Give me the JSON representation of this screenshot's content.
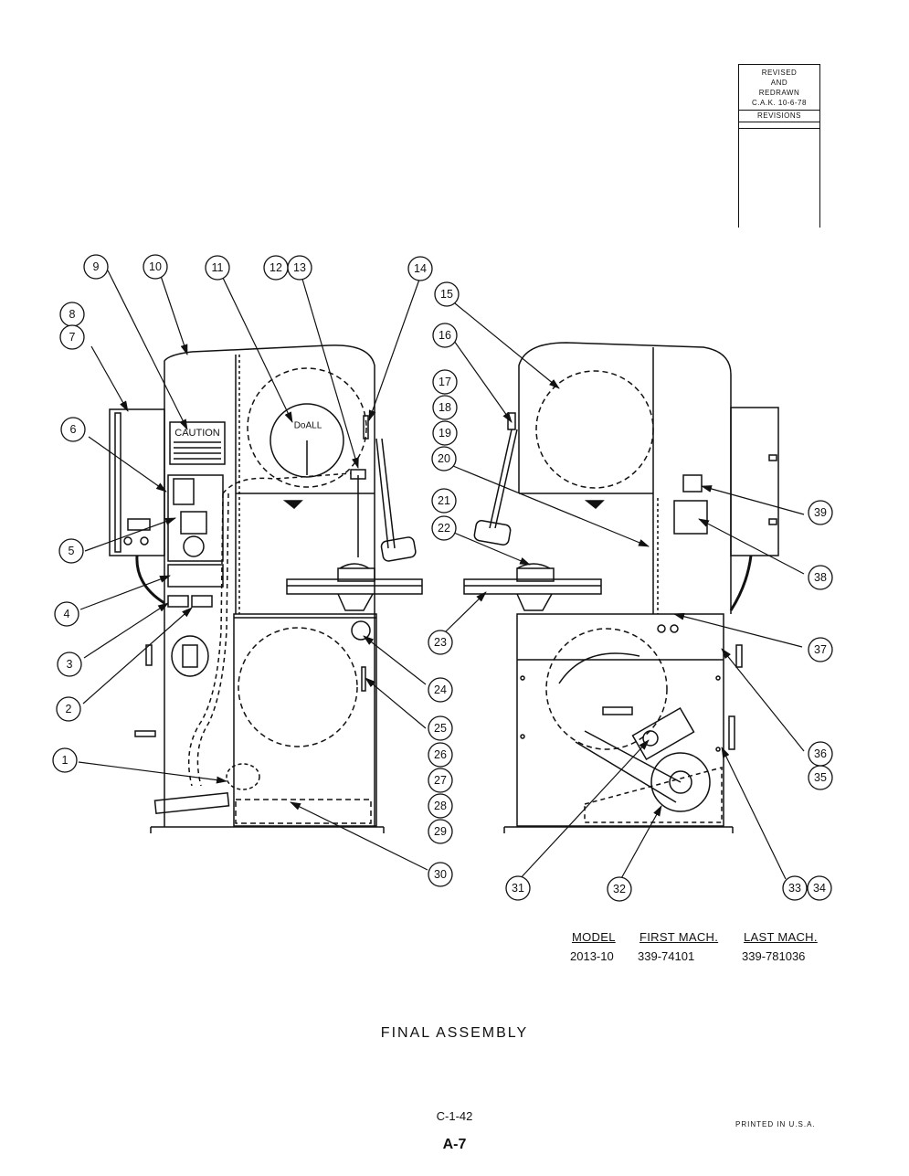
{
  "revision_block": {
    "line1": "REVISED",
    "line2": "AND",
    "line3": "REDRAWN",
    "line4": "C.A.K. 10-6-78",
    "title": "REVISIONS"
  },
  "machine_labels": {
    "caution": "CAUTION",
    "brand": "DoALL"
  },
  "callouts": [
    "1",
    "2",
    "3",
    "4",
    "5",
    "6",
    "7",
    "8",
    "9",
    "10",
    "11",
    "12",
    "13",
    "14",
    "15",
    "16",
    "17",
    "18",
    "19",
    "20",
    "21",
    "22",
    "23",
    "24",
    "25",
    "26",
    "27",
    "28",
    "29",
    "30",
    "31",
    "32",
    "33",
    "34",
    "35",
    "36",
    "37",
    "38",
    "39"
  ],
  "model_table": {
    "headers": [
      "MODEL",
      "FIRST MACH.",
      "LAST MACH."
    ],
    "row": [
      "2013-10",
      "339-74101",
      "339-781036"
    ]
  },
  "caption": "FINAL ASSEMBLY",
  "doc_number": "C-1-42",
  "page_number": "A-7",
  "printed_note": "PRINTED IN U.S.A."
}
